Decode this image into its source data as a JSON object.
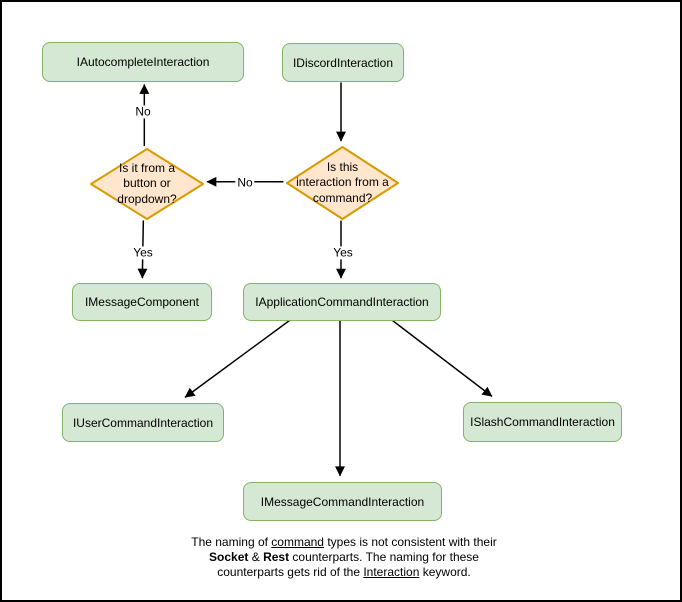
{
  "diagram": {
    "nodes": {
      "autocomplete": {
        "label": "IAutocompleteInteraction"
      },
      "discord": {
        "label": "IDiscordInteraction"
      },
      "message_component": {
        "label": "IMessageComponent"
      },
      "application_command": {
        "label": "IApplicationCommandInteraction"
      },
      "user_command": {
        "label": "IUserCommandInteraction"
      },
      "slash_command": {
        "label": "ISlashCommandInteraction"
      },
      "message_command": {
        "label": "IMessageCommandInteraction"
      }
    },
    "decisions": {
      "button_or_dropdown": {
        "label": "Is it from a\nbutton or\ndropdown?"
      },
      "from_command": {
        "label": "Is this\ninteraction from a\ncommand?"
      }
    },
    "edge_labels": {
      "no_to_autocomplete": "No",
      "no_between_decisions": "No",
      "yes_to_message_component": "Yes",
      "yes_to_application_command": "Yes"
    },
    "note_lines": [
      [
        {
          "t": "The naming of "
        },
        {
          "t": "command",
          "u": true
        },
        {
          "t": " types is not consistent with their"
        }
      ],
      [
        {
          "t": "Socket",
          "b": true
        },
        {
          "t": " & "
        },
        {
          "t": "Rest",
          "b": true
        },
        {
          "t": " counterparts. The naming for these"
        }
      ],
      [
        {
          "t": "counterparts gets rid of the "
        },
        {
          "t": "Interaction",
          "u": true
        },
        {
          "t": " keyword."
        }
      ]
    ],
    "colors": {
      "node_fill": "#d5e8d4",
      "node_stroke": "#82b366",
      "decision_fill": "#ffe6cc",
      "decision_stroke": "#d79b00",
      "edge_stroke": "#000000"
    }
  }
}
